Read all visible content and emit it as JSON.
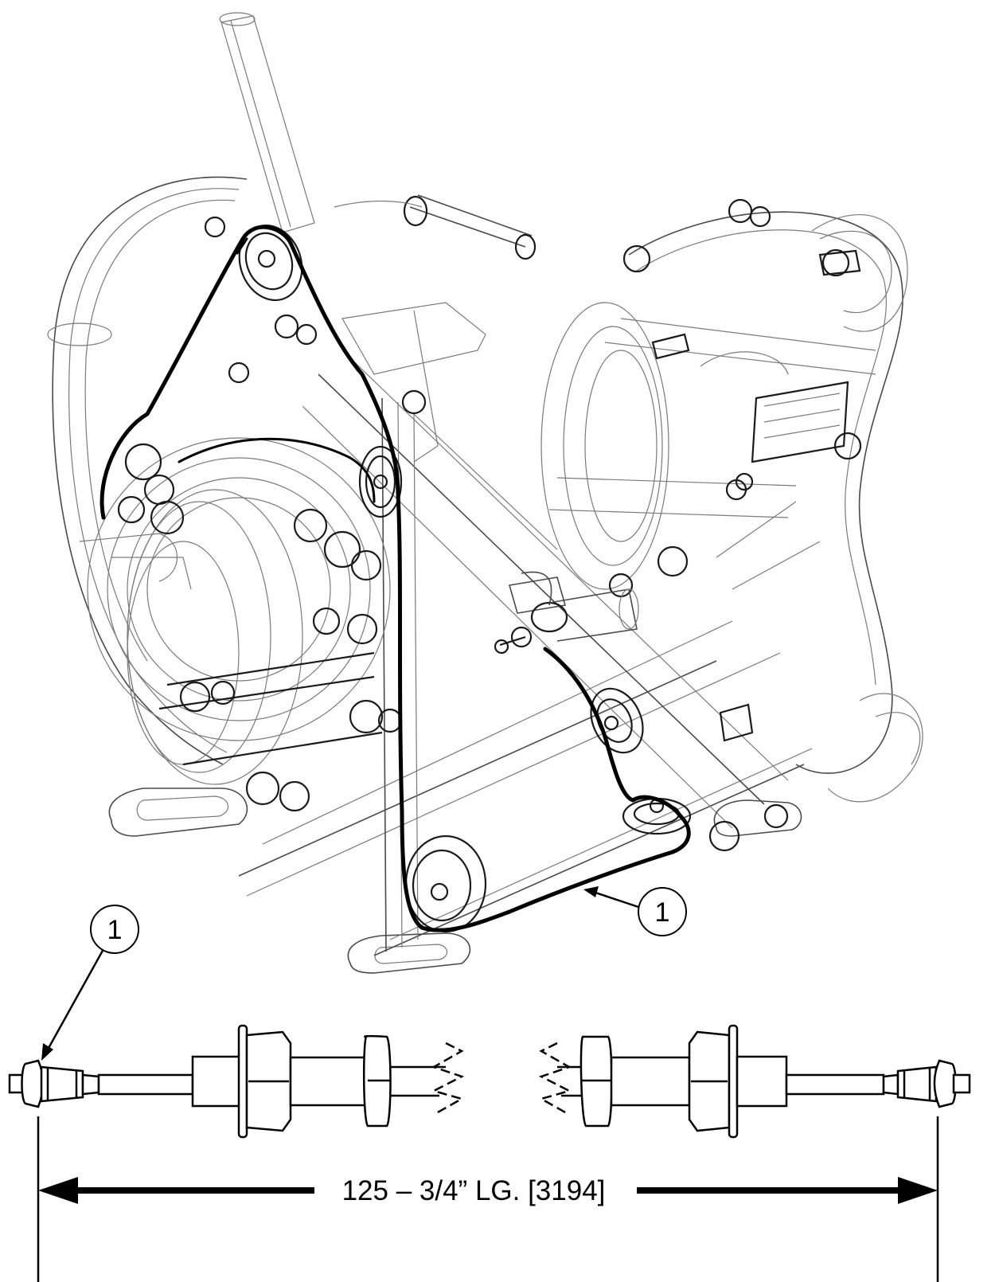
{
  "callouts": [
    {
      "number": "1",
      "target": "cable-end"
    },
    {
      "number": "1",
      "target": "cable-routing"
    }
  ],
  "dimension": {
    "text": "125 – 3/4” LG. [3194]"
  }
}
